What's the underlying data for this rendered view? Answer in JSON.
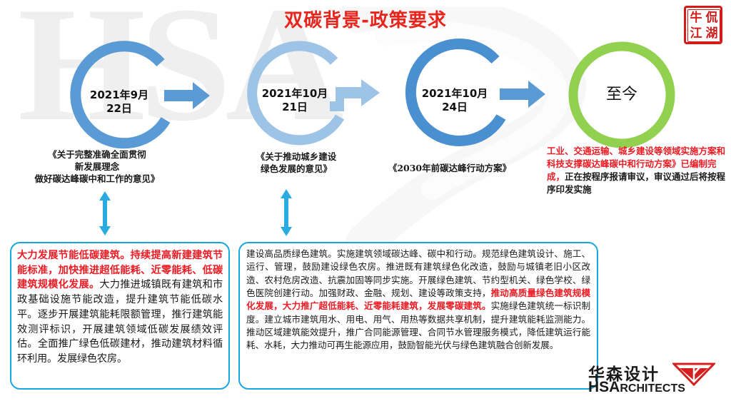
{
  "slide": {
    "title": "双碳背景-政策要求",
    "title_color": "#e8251c",
    "background": "#ffffff",
    "watermark_text": "HSA"
  },
  "seal": {
    "name": "red-seal-stamp",
    "chars": [
      "牛",
      "侃",
      "江",
      "湖"
    ],
    "color": "#d31b1b"
  },
  "timeline": {
    "nodes": [
      {
        "id": "node-1",
        "date": "2021年9月\n22日",
        "ring_color": "#5B9BD5",
        "caption": "《关于完整准确全面贯彻\n新发展理念\n做好碳达峰碳中和工作的意见》"
      },
      {
        "id": "node-2",
        "date": "2021年10月\n21日",
        "ring_color": "#9DC3E6",
        "caption": "《关于推动城乡建设\n绿色发展的意见》"
      },
      {
        "id": "node-3",
        "date": "2021年10月\n24日",
        "ring_color": "#4A90D0",
        "caption": "《2030年前碳达峰行动方案》"
      },
      {
        "id": "node-4",
        "date": "至今",
        "ring_color": "#92D050",
        "caption": ""
      }
    ],
    "arrow_color": "#5B9BD5",
    "arrow_color_light": "#9DC3E6"
  },
  "note_right": {
    "red_part": "工业、交通运输、城乡建设等领域实施方案和科技支撑碳达峰碳中和行动方案》已编制完成，",
    "black_part": "正在按程序报请审议，审议通过后将按程序印发实施"
  },
  "box_left": {
    "red_part": "大力发展节能低碳建筑。持续提高新建建筑节能标准，加快推进超低能耗、近零能耗、低碳建筑规模化发展。",
    "black_part": "大力推进城镇既有建筑和市政基础设施节能改造，提升建筑节能低碳水平。逐步开展建筑能耗限额管理，推行建筑能效测评标识，开展建筑领域低碳发展绩效评估。全面推广绿色低碳建材，推动建筑材料循环利用。发展绿色农房。",
    "border_color": "#17a7e0"
  },
  "box_right": {
    "part_1": "建设高品质绿色建筑。实施建筑领域碳达峰、碳中和行动。规范绿色建筑设计、施工、运行、管理，鼓励建设绿色农房。推进既有建筑绿色化改造，鼓励与城镇老旧小区改造、农村危房改造、抗震加固等同步实施。开展绿色建筑、节约型机关、绿色学校、绿色医院创建行动。加强财政、金融、规划、建设等政策支持，",
    "red_part": "推动高质量绿色建筑规模化发展，大力推广超低能耗、近零能耗建筑，发展零碳建筑。",
    "part_2": "实施绿色建筑统一标识制度。建立城市建筑用水、用电、用气、用热等数据共享机制，提升建筑能耗监测能力。推动区域建筑能效提升，推广合同能源管理、合同节水管理服务模式，降低建筑运行能耗、水耗，大力推动可再生能源应用，鼓励智能光伏与绿色建筑融合创新发展。",
    "border_color": "#17a7e0"
  },
  "logo": {
    "cn": "华森设计",
    "en_main": "HSA",
    "en_rest": "RCHITECTS",
    "mark_color": "#d4211f"
  }
}
